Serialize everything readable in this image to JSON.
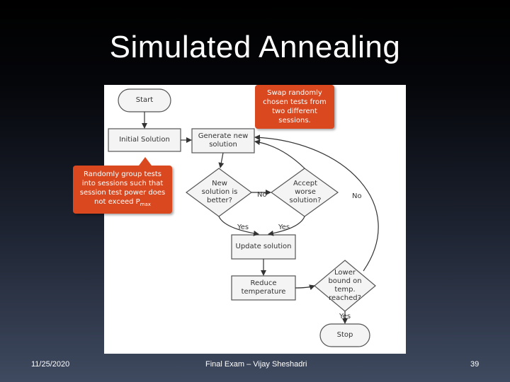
{
  "slide": {
    "title": "Simulated Annealing",
    "date": "11/25/2020",
    "footer": "Final Exam – Vijay Sheshadri",
    "page_number": "39"
  },
  "flowchart": {
    "start": "Start",
    "initial_solution": "Initial Solution",
    "generate": "Generate new solution",
    "new_better": "New solution is better?",
    "accept_worse": "Accept worse solution?",
    "update": "Update solution",
    "reduce": "Reduce temperature",
    "lower_bound": "Lower bound on temp. reached?",
    "stop": "Stop",
    "label_no_1": "No",
    "label_no_2": "No",
    "label_yes_1": "Yes",
    "label_yes_2": "Yes",
    "label_yes_3": "Yes"
  },
  "callouts": {
    "swap": "Swap randomly chosen tests from two different sessions.",
    "group_main": "Randomly group tests into sessions such that session test power does not exceed P",
    "group_sub": "max"
  },
  "colors": {
    "callout": "#d9481f",
    "node_fill": "#f4f4f4",
    "node_stroke": "#555555"
  }
}
